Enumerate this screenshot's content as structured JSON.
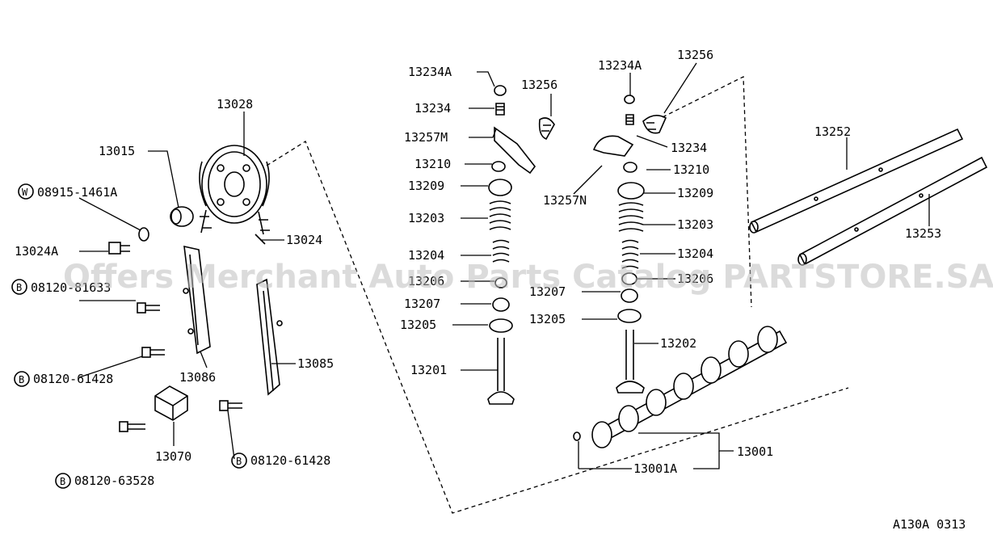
{
  "watermark": "Offers Merchant Auto Parts Catalog PARTSTORE.SA",
  "diagram_code": "A130A 0313",
  "callouts": {
    "p13028": "13028",
    "p13015": "13015",
    "p08915": "08915-1461A",
    "p08915_prefix": "W",
    "p13024a": "13024A",
    "p13024": "13024",
    "p08120_81633": "08120-81633",
    "p08120_81633_prefix": "B",
    "p08120_61428_a": "08120-61428",
    "p08120_61428_a_prefix": "B",
    "p13086": "13086",
    "p13085": "13085",
    "p13070": "13070",
    "p08120_61428_b": "08120-61428",
    "p08120_61428_b_prefix": "B",
    "p08120_63528": "08120-63528",
    "p08120_63528_prefix": "B",
    "l13234a": "13234A",
    "l13234": "13234",
    "l13257m": "13257M",
    "l13210": "13210",
    "l13209": "13209",
    "l13203": "13203",
    "l13204": "13204",
    "l13206": "13206",
    "l13207": "13207",
    "l13205": "13205",
    "l13201": "13201",
    "l13256": "13256",
    "r13234a": "13234A",
    "r13256": "13256",
    "r13234": "13234",
    "r13257n": "13257N",
    "r13210": "13210",
    "r13209": "13209",
    "r13203": "13203",
    "r13204": "13204",
    "r13206": "13206",
    "r13207": "13207",
    "r13205": "13205",
    "r13202": "13202",
    "s13252": "13252",
    "s13253": "13253",
    "c13001": "13001",
    "c13001a": "13001A"
  }
}
